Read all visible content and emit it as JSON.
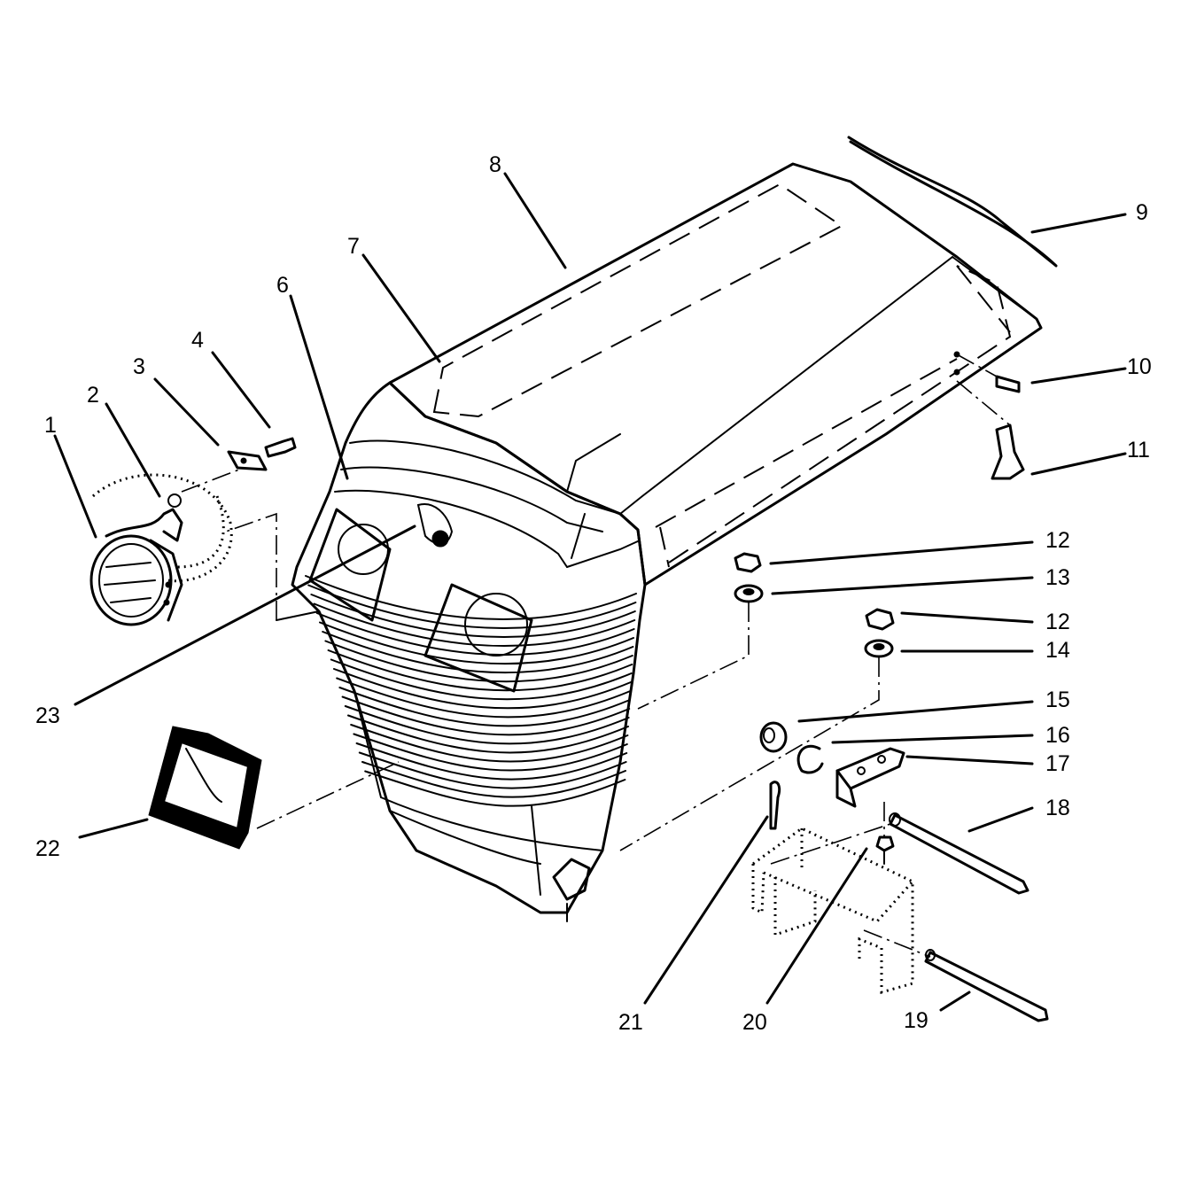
{
  "callouts": [
    {
      "num": "1"
    },
    {
      "num": "2"
    },
    {
      "num": "3"
    },
    {
      "num": "4"
    },
    {
      "num": "6"
    },
    {
      "num": "7"
    },
    {
      "num": "8"
    },
    {
      "num": "9"
    },
    {
      "num": "10"
    },
    {
      "num": "11"
    },
    {
      "num": "12"
    },
    {
      "num": "13"
    },
    {
      "num": "12"
    },
    {
      "num": "14"
    },
    {
      "num": "15"
    },
    {
      "num": "16"
    },
    {
      "num": "17"
    },
    {
      "num": "18"
    },
    {
      "num": "19"
    },
    {
      "num": "20"
    },
    {
      "num": "21"
    },
    {
      "num": "22"
    },
    {
      "num": "23"
    }
  ]
}
